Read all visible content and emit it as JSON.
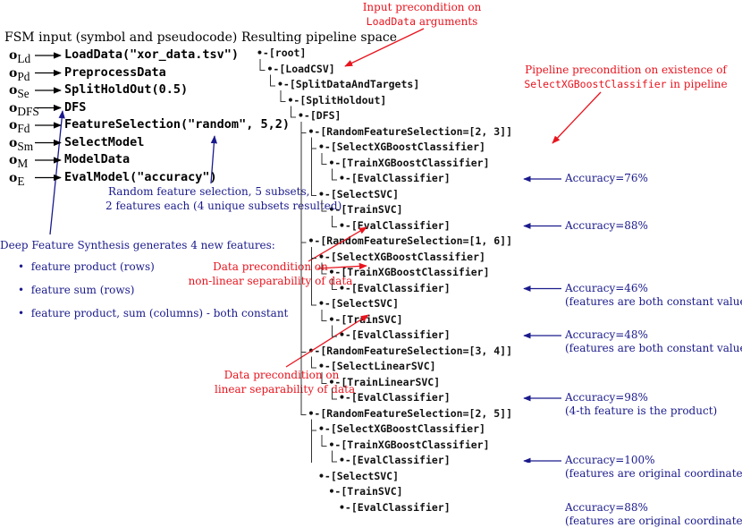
{
  "fsm_heading": "FSM input (symbol and pseudocode)",
  "pipeline_heading": "Resulting pipeline space",
  "fsm_rows": [
    {
      "sym": "o",
      "sub": "Ld",
      "code": "LoadData(\"xor_data.tsv\")"
    },
    {
      "sym": "o",
      "sub": "Pd",
      "code": "PreprocessData"
    },
    {
      "sym": "o",
      "sub": "Se",
      "code": "SplitHoldOut(0.5)"
    },
    {
      "sym": "o",
      "sub": "DFS",
      "code": "DFS"
    },
    {
      "sym": "o",
      "sub": "Fd",
      "code": "FeatureSelection(\"random\", 5,2)"
    },
    {
      "sym": "o",
      "sub": "Sm",
      "code": "SelectModel"
    },
    {
      "sym": "o",
      "sub": "M",
      "code": "ModelData"
    },
    {
      "sym": "o",
      "sub": "E",
      "code": "EvalModel(\"accuracy\")"
    }
  ],
  "tree_nodes": [
    {
      "depth": 0,
      "label": "[root]"
    },
    {
      "depth": 1,
      "label": "[LoadCSV]"
    },
    {
      "depth": 2,
      "label": "[SplitDataAndTargets]"
    },
    {
      "depth": 3,
      "label": "[SplitHoldout]"
    },
    {
      "depth": 4,
      "label": "[DFS]"
    },
    {
      "depth": 5,
      "label": "[RandomFeatureSelection=[2, 3]]"
    },
    {
      "depth": 6,
      "label": "[SelectXGBoostClassifier]"
    },
    {
      "depth": 7,
      "label": "[TrainXGBoostClassifier]"
    },
    {
      "depth": 8,
      "label": "[EvalClassifier]"
    },
    {
      "depth": 6,
      "label": "[SelectSVC]"
    },
    {
      "depth": 7,
      "label": "[TrainSVC]"
    },
    {
      "depth": 8,
      "label": "[EvalClassifier]"
    },
    {
      "depth": 5,
      "label": "[RandomFeatureSelection=[1, 6]]"
    },
    {
      "depth": 6,
      "label": "[SelectXGBoostClassifier]"
    },
    {
      "depth": 7,
      "label": "[TrainXGBoostClassifier]"
    },
    {
      "depth": 8,
      "label": "[EvalClassifier]"
    },
    {
      "depth": 6,
      "label": "[SelectSVC]"
    },
    {
      "depth": 7,
      "label": "[TrainSVC]"
    },
    {
      "depth": 8,
      "label": "[EvalClassifier]"
    },
    {
      "depth": 5,
      "label": "[RandomFeatureSelection=[3, 4]]"
    },
    {
      "depth": 6,
      "label": "[SelectLinearSVC]"
    },
    {
      "depth": 7,
      "label": "[TrainLinearSVC]"
    },
    {
      "depth": 8,
      "label": "[EvalClassifier]"
    },
    {
      "depth": 5,
      "label": "[RandomFeatureSelection=[2, 5]]"
    },
    {
      "depth": 6,
      "label": "[SelectXGBoostClassifier]"
    },
    {
      "depth": 7,
      "label": "[TrainXGBoostClassifier]"
    },
    {
      "depth": 8,
      "label": "[EvalClassifier]"
    },
    {
      "depth": 6,
      "label": "[SelectSVC]"
    },
    {
      "depth": 7,
      "label": "[TrainSVC]"
    },
    {
      "depth": 8,
      "label": "[EvalClassifier]"
    }
  ],
  "tree_glyphs": {
    "bullet": "•-",
    "elbow": "└"
  },
  "accuracies": [
    {
      "node": 8,
      "text": "Accuracy=76%",
      "note": ""
    },
    {
      "node": 11,
      "text": "Accuracy=88%",
      "note": ""
    },
    {
      "node": 15,
      "text": "Accuracy=46%",
      "note": "(features are both constant values)"
    },
    {
      "node": 18,
      "text": "Accuracy=48%",
      "note": "(features are both constant values)"
    },
    {
      "node": 22,
      "text": "Accuracy=98%",
      "note": "(4-th feature is the product)"
    },
    {
      "node": 26,
      "text": "Accuracy=100%",
      "note": "(features are original coordinates)"
    },
    {
      "node": 29,
      "text": "Accuracy=88%",
      "note": "(features are original coordinates)"
    }
  ],
  "input_precondition": {
    "line1": "Input precondition on",
    "line2": "LoadData",
    "line2_suffix": " arguments"
  },
  "pipeline_precondition": {
    "line1": "Pipeline precondition on existence of",
    "line2": "SelectXGBoostClassifier",
    "line2_suffix": " in pipeline"
  },
  "random_fs_note": {
    "line1": "Random feature selection, 5 subsets,",
    "line2": "2 features each (4 unique subsets resulted)"
  },
  "nonlinear_note": {
    "line1": "Data precondition on",
    "line2": "non-linear separability of data"
  },
  "linear_note": {
    "line1": "Data precondition on",
    "line2": "linear separability of data"
  },
  "dfs_note": {
    "title": "Deep Feature Synthesis generates 4 new features:",
    "items": [
      "feature product (rows)",
      "feature sum (rows)",
      "feature product, sum (columns) - both constant"
    ]
  },
  "colors": {
    "blue": "#1a1a8c",
    "red": "#e8141e",
    "black": "#000000",
    "tree_lines": "#333333"
  }
}
